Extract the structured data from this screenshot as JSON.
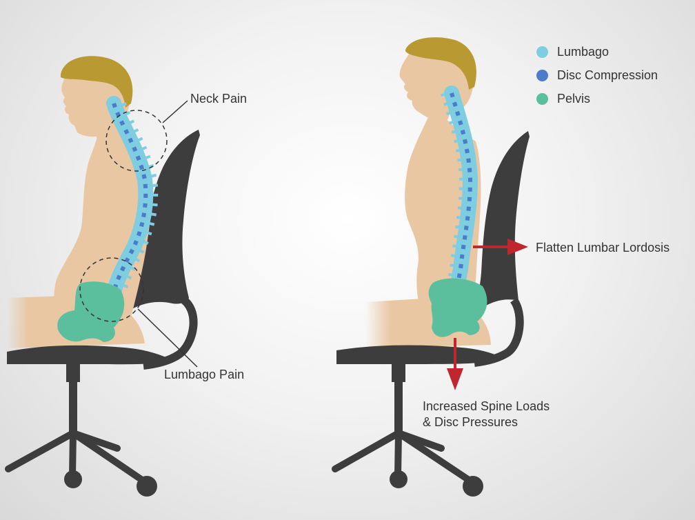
{
  "legend": [
    {
      "label": "Lumbago",
      "color": "#7ecde0"
    },
    {
      "label": "Disc Compression",
      "color": "#4a7cc9"
    },
    {
      "label": "Pelvis",
      "color": "#5bbf9d"
    }
  ],
  "annotations": {
    "neck_pain": "Neck Pain",
    "lumbago_pain": "Lumbago Pain",
    "flatten_lordosis": "Flatten Lumbar Lordosis",
    "spine_loads_line1": "Increased Spine Loads",
    "spine_loads_line2": "& Disc Pressures"
  },
  "colors": {
    "skin": "#e9c7a3",
    "hair": "#b99a32",
    "chair": "#3d3d3d",
    "arrow": "#c0262d"
  }
}
